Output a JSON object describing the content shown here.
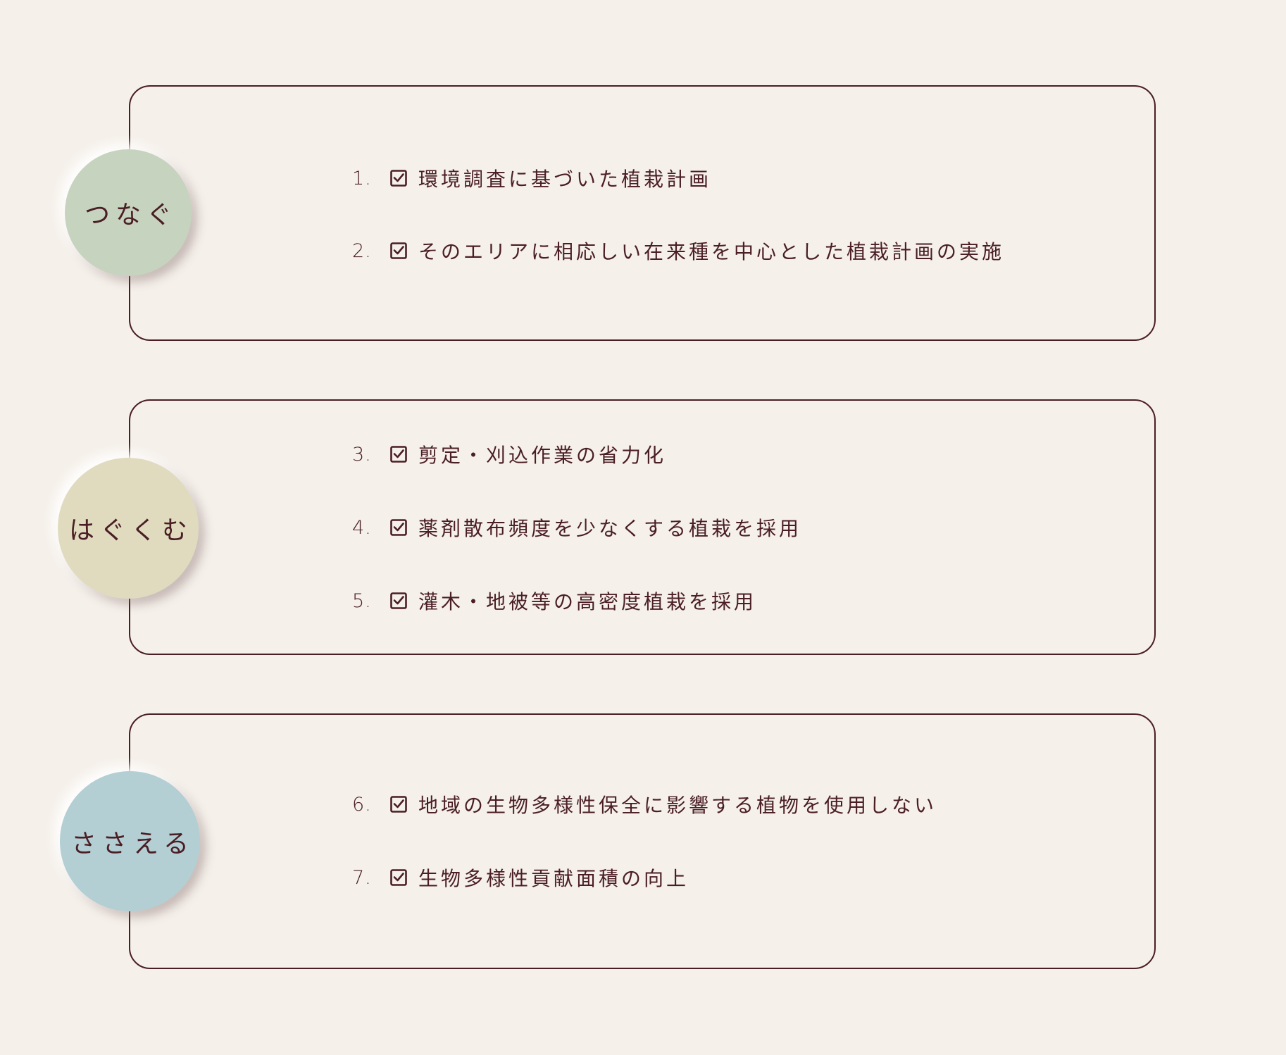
{
  "theme": {
    "background": "#f5f0ea",
    "text_color": "#4a1e24",
    "border_color": "#4a1e24"
  },
  "sections": [
    {
      "label": "つなぐ",
      "circle_color": "#c6d3bf",
      "items": [
        {
          "number": "1.",
          "icon": "checkbox-checked-icon",
          "text": "環境調査に基づいた植栽計画"
        },
        {
          "number": "2.",
          "icon": "checkbox-checked-icon",
          "text": "そのエリアに相応しい在来種を中心とした植栽計画の実施"
        }
      ]
    },
    {
      "label": "はぐくむ",
      "circle_color": "#e0dbbf",
      "items": [
        {
          "number": "3.",
          "icon": "checkbox-checked-icon",
          "text": "剪定・刈込作業の省力化"
        },
        {
          "number": "4.",
          "icon": "checkbox-checked-icon",
          "text": "薬剤散布頻度を少なくする植栽を採用"
        },
        {
          "number": "5.",
          "icon": "checkbox-checked-icon",
          "text": "灌木・地被等の高密度植栽を採用"
        }
      ]
    },
    {
      "label": "ささえる",
      "circle_color": "#b3cfd4",
      "items": [
        {
          "number": "6.",
          "icon": "checkbox-checked-icon",
          "text": "地域の生物多様性保全に影響する植物を使用しない"
        },
        {
          "number": "7.",
          "icon": "checkbox-checked-icon",
          "text": "生物多様性貢献面積の向上"
        }
      ]
    }
  ]
}
